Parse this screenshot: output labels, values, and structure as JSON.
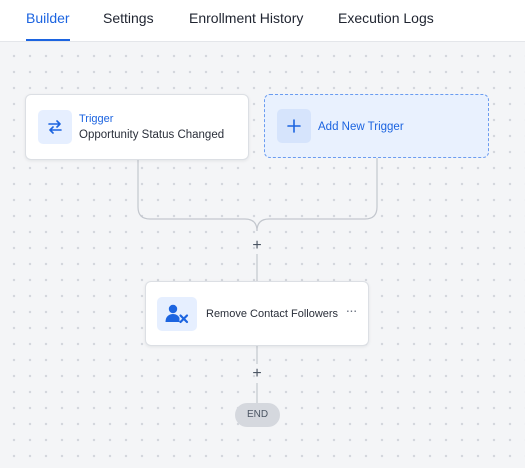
{
  "tabs": [
    {
      "label": "Builder",
      "active": true
    },
    {
      "label": "Settings",
      "active": false
    },
    {
      "label": "Enrollment History",
      "active": false
    },
    {
      "label": "Execution Logs",
      "active": false
    }
  ],
  "workflow": {
    "trigger": {
      "title": "Trigger",
      "subtitle": "Opportunity Status Changed",
      "icon": "swap-arrows-icon"
    },
    "add_trigger": {
      "label": "Add New Trigger",
      "icon": "plus-icon"
    },
    "add_step_symbol": "+",
    "action": {
      "label": "Remove Contact Followers",
      "icon": "remove-user-icon",
      "more_symbol": "···"
    },
    "end_label": "END"
  },
  "colors": {
    "accent": "#1c64e0",
    "canvas_bg": "#f4f5f7",
    "add_trigger_bg": "#e9f1fe",
    "connector": "#c3c7ce"
  }
}
